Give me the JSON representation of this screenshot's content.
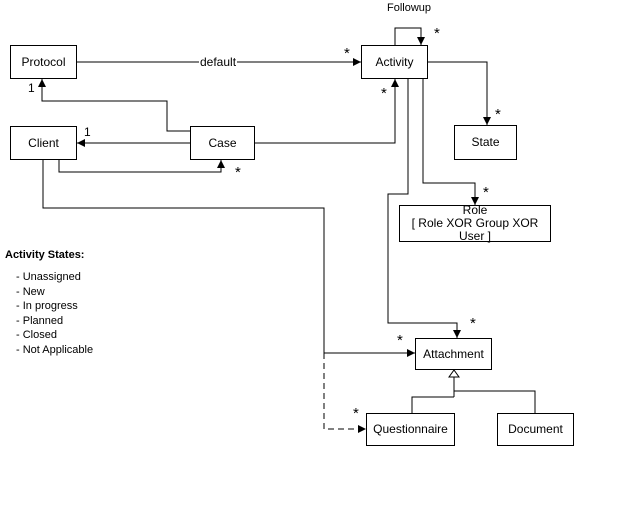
{
  "diagram": {
    "classes": {
      "protocol": "Protocol",
      "activity": "Activity",
      "client": "Client",
      "case": "Case",
      "state": "State",
      "role_line1": "Role",
      "role_line2": "[ Role XOR Group XOR User ]",
      "attachment": "Attachment",
      "questionnaire": "Questionnaire",
      "document": "Document"
    },
    "labels": {
      "followup": "Followup",
      "default": "default"
    },
    "multiplicities": {
      "many": "*",
      "one": "1"
    },
    "legend": {
      "title": "Activity States:",
      "items": [
        "Unassigned",
        "New",
        "In progress",
        "Planned",
        "Closed",
        "Not Applicable"
      ]
    }
  }
}
